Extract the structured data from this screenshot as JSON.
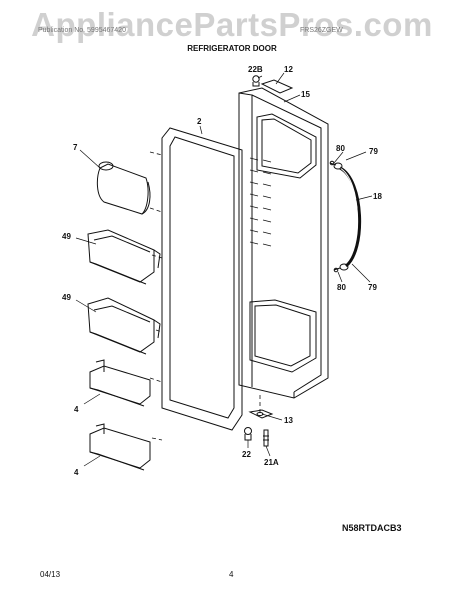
{
  "watermark": "AppliancePartsPros.com",
  "header": {
    "left_text": "Publication No. 5995467420",
    "right_text": "FRS26ZGEW",
    "title": "REFRIGERATOR DOOR"
  },
  "callouts": {
    "c22B": "22B",
    "c12": "12",
    "c15": "15",
    "c2": "2",
    "c7": "7",
    "c80a": "80",
    "c79a": "79",
    "c18": "18",
    "c49a": "49",
    "c49b": "49",
    "c80b": "80",
    "c79b": "79",
    "c4a": "4",
    "c13": "13",
    "c4b": "4",
    "c22": "22",
    "c21A": "21A"
  },
  "model_code": "N58RTDACB3",
  "footer": {
    "date": "04/13",
    "page": "4"
  }
}
